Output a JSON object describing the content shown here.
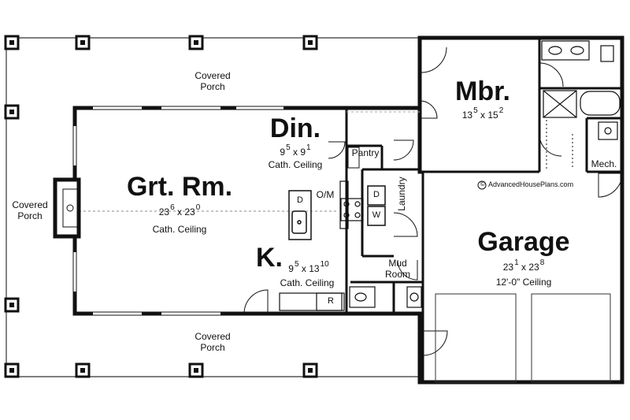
{
  "rooms": {
    "great_room": {
      "name": "Grt. Rm.",
      "dim_a": "23",
      "dim_a_sup": "6",
      "dim_b": "23",
      "dim_b_sup": "0",
      "note": "Cath. Ceiling"
    },
    "dining": {
      "name": "Din.",
      "dim_a": "9",
      "dim_a_sup": "5",
      "dim_b": "9",
      "dim_b_sup": "1",
      "note": "Cath. Ceiling"
    },
    "kitchen": {
      "name": "K.",
      "dim_a": "9",
      "dim_a_sup": "5",
      "dim_b": "13",
      "dim_b_sup": "10",
      "note": "Cath. Ceiling"
    },
    "master_bedroom": {
      "name": "Mbr.",
      "dim_a": "13",
      "dim_a_sup": "5",
      "dim_b": "15",
      "dim_b_sup": "2"
    },
    "garage": {
      "name": "Garage",
      "dim_a": "23",
      "dim_a_sup": "1",
      "dim_b": "23",
      "dim_b_sup": "8",
      "note": "12'-0\" Ceiling"
    }
  },
  "labels": {
    "pantry": "Pantry",
    "laundry": "Laundry",
    "mud_room_line1": "Mud",
    "mud_room_line2": "Room",
    "mech": "Mech.",
    "oven_microwave": "O/M",
    "dishwasher": "D",
    "laundry_dryer": "D",
    "laundry_washer": "W",
    "refrigerator": "R",
    "porch_top_line1": "Covered",
    "porch_top_line2": "Porch",
    "porch_left_line1": "Covered",
    "porch_left_line2": "Porch",
    "porch_bottom_line1": "Covered",
    "porch_bottom_line2": "Porch",
    "dim_separator": "x",
    "copyright_symbol": "©",
    "watermark": "AdvancedHousePlans.com"
  }
}
